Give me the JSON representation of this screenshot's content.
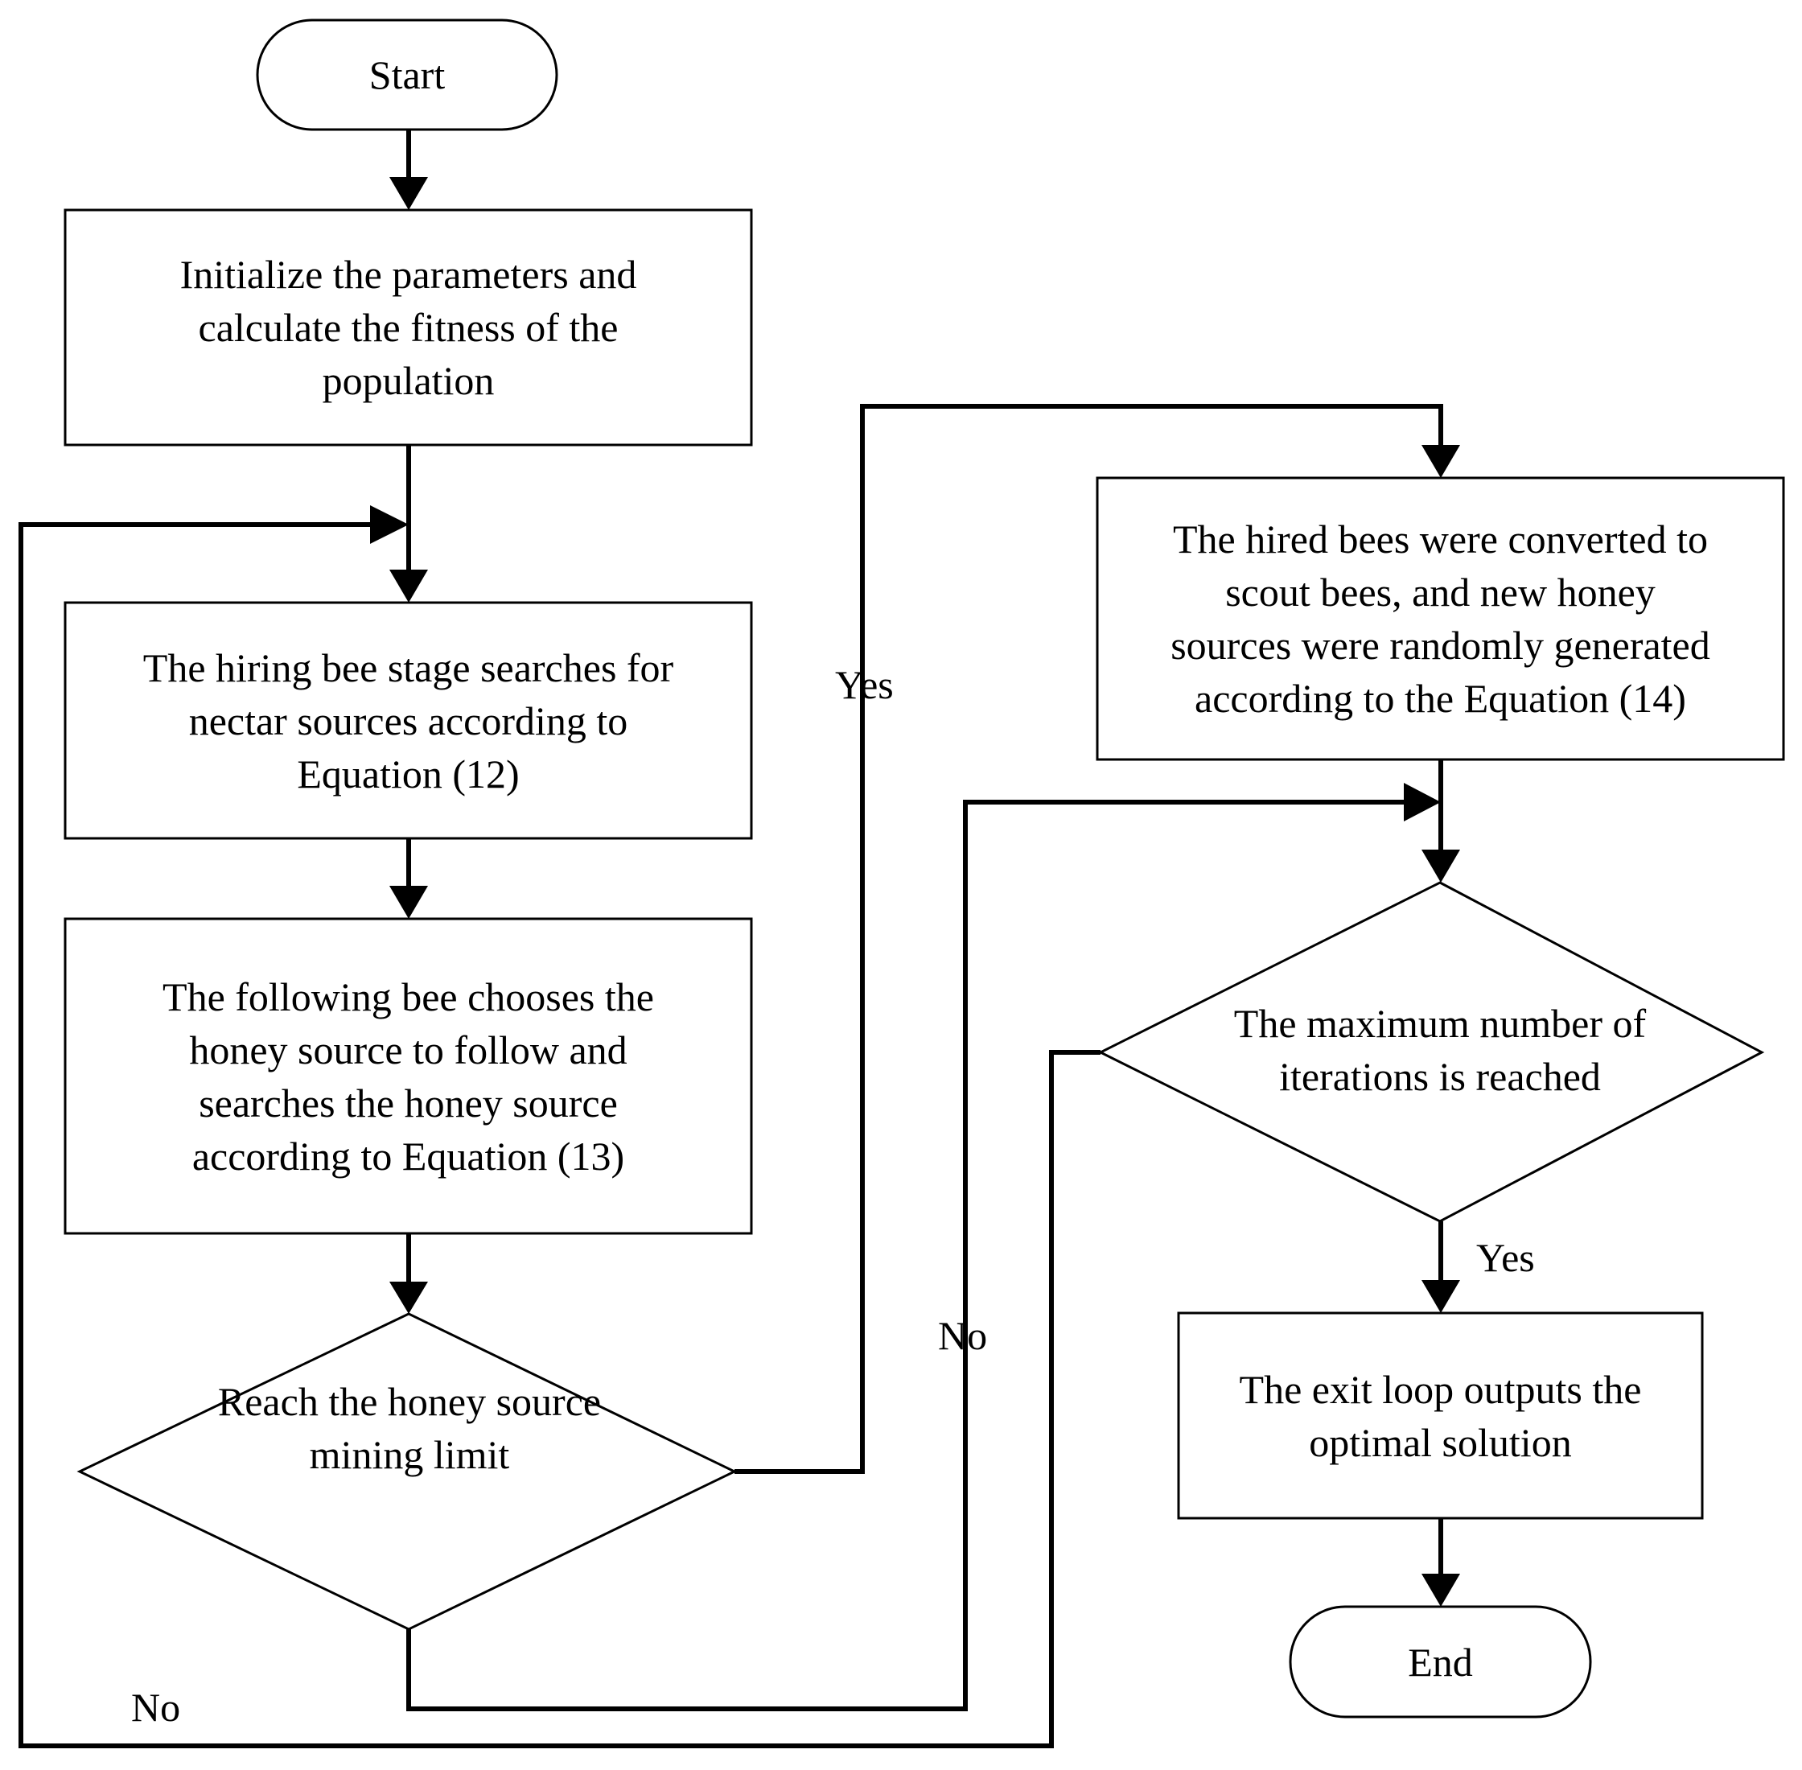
{
  "nodes": {
    "start": "Start",
    "init": "Initialize the parameters and\ncalculate the fitness of the\npopulation",
    "hiring": "The hiring bee stage searches for\nnectar sources according to\nEquation (12)",
    "following": "The following bee chooses the\nhoney source to follow and\nsearches the honey source\naccording to  Equation (13)",
    "limit_decision": "Reach the honey source\nmining limit",
    "scout": "The hired bees were converted to\nscout bees, and new honey\nsources were randomly generated\naccording to the Equation (14)",
    "max_iter_decision": "The maximum number of\niterations is reached",
    "exit": "The exit loop outputs the\noptimal solution",
    "end": "End"
  },
  "edges": {
    "limit_yes": "Yes",
    "limit_no": "No",
    "iter_yes": "Yes",
    "iter_no": "No"
  },
  "colors": {
    "stroke": "#000000",
    "background": "#ffffff"
  }
}
